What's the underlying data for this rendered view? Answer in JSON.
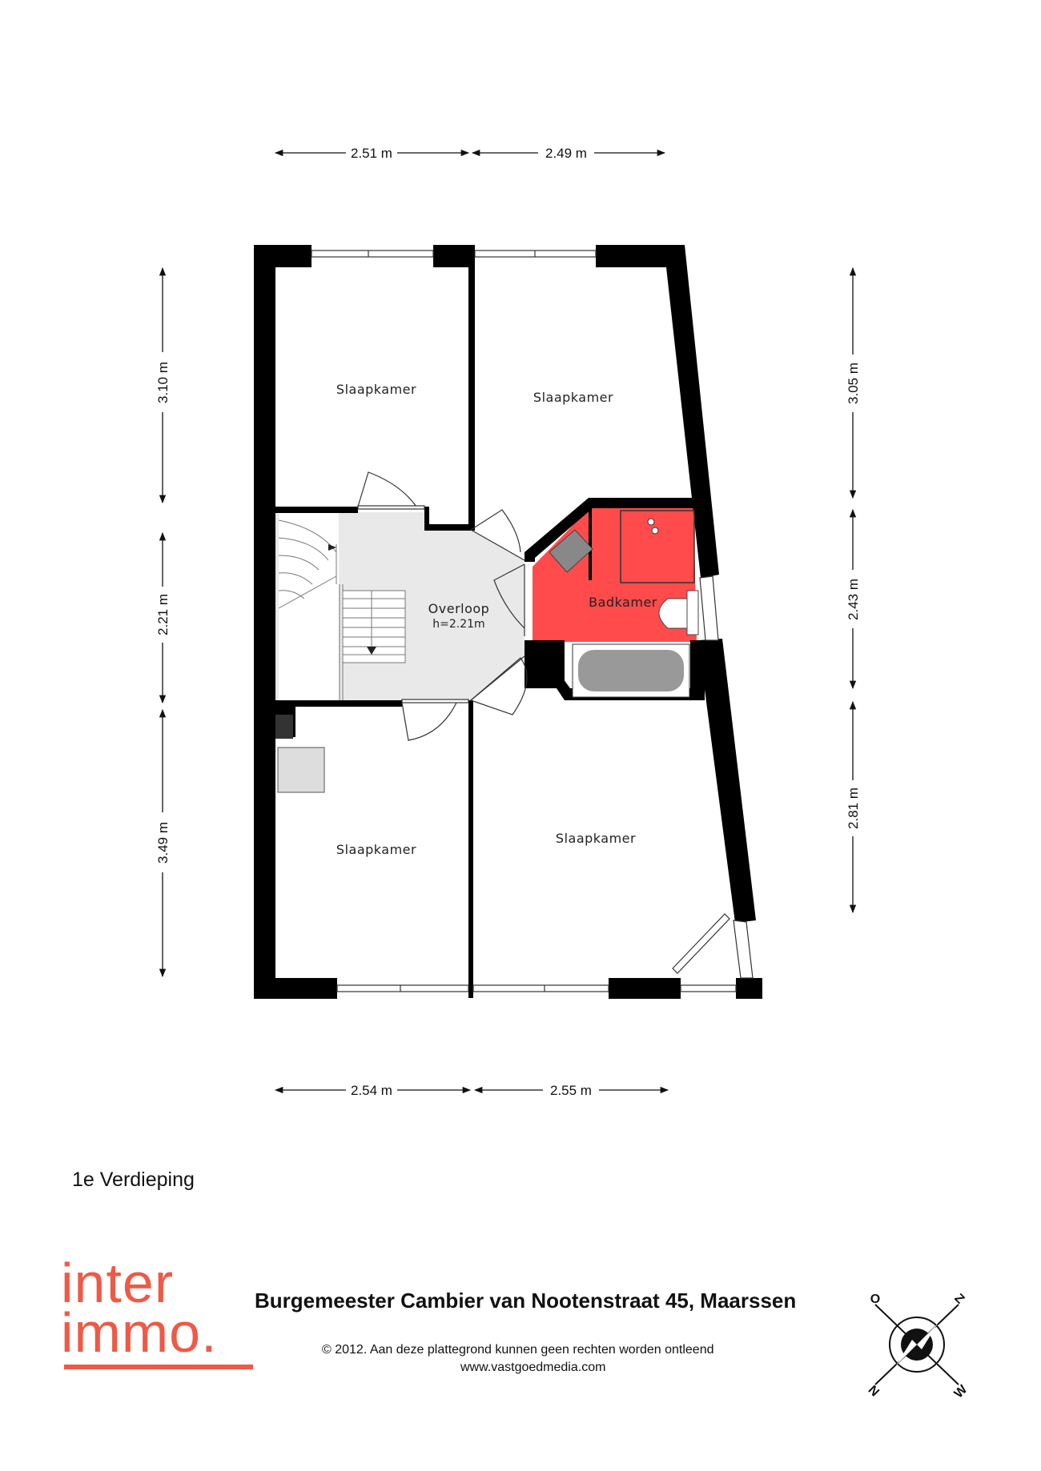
{
  "floor_label": "1e Verdieping",
  "dimensions": {
    "top_left": "2.51 m",
    "top_right": "2.49 m",
    "bottom_left": "2.54 m",
    "bottom_right": "2.55 m",
    "left_top": "3.10 m",
    "left_mid": "2.21 m",
    "left_bottom": "3.49 m",
    "right_top": "3.05 m",
    "right_mid": "2.43 m",
    "right_bottom": "2.81 m"
  },
  "rooms": {
    "bedroom_top_left": "Slaapkamer",
    "bedroom_top_right": "Slaapkamer",
    "bedroom_bottom_left": "Slaapkamer",
    "bedroom_bottom_right": "Slaapkamer",
    "landing": "Overloop",
    "landing_height": "h=2.21m",
    "bathroom": "Badkamer"
  },
  "colors": {
    "bathroom": "#ff4b4b",
    "landing": "#e9e9e9",
    "walls": "#000000",
    "brand": "#ee5a45"
  },
  "logo": {
    "line1": "inter",
    "line2": "immo."
  },
  "address": "Burgemeester Cambier van Nootenstraat 45, Maarssen",
  "copyright": "© 2012. Aan deze plattegrond kunnen geen rechten worden ontleend",
  "website": "www.vastgoedmedia.com",
  "compass": {
    "north": "N",
    "south": "Z",
    "east": "O",
    "west": "W"
  }
}
